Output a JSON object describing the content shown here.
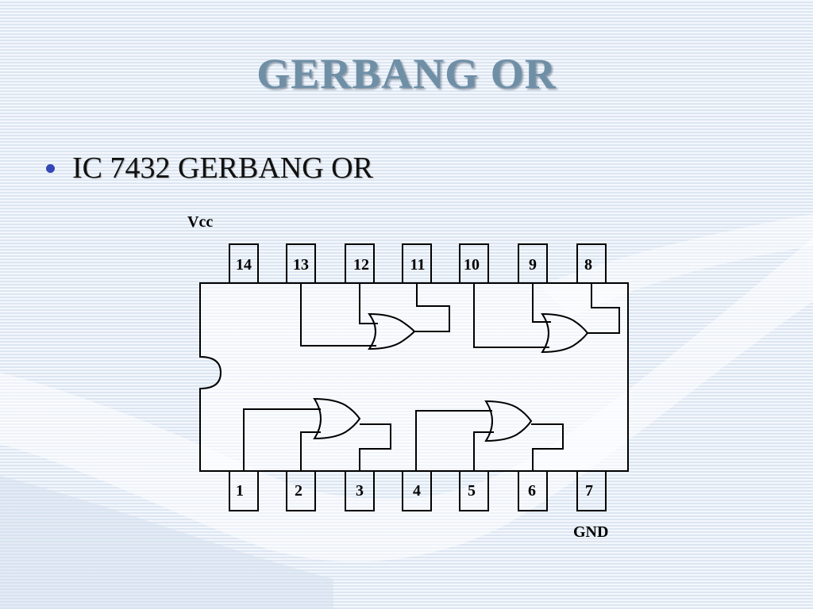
{
  "slide": {
    "title": "GERBANG OR",
    "bullet": "IC 7432 GERBANG OR"
  },
  "ic": {
    "vcc_label": "Vcc",
    "gnd_label": "GND",
    "top_pins": [
      "14",
      "13",
      "12",
      "11",
      "10",
      "9",
      "8"
    ],
    "bottom_pins": [
      "1",
      "2",
      "3",
      "4",
      "5",
      "6",
      "7"
    ]
  },
  "colors": {
    "title": "#6f8fa6",
    "bullet_dot": "#3347b6",
    "background": "#e6eef8"
  }
}
